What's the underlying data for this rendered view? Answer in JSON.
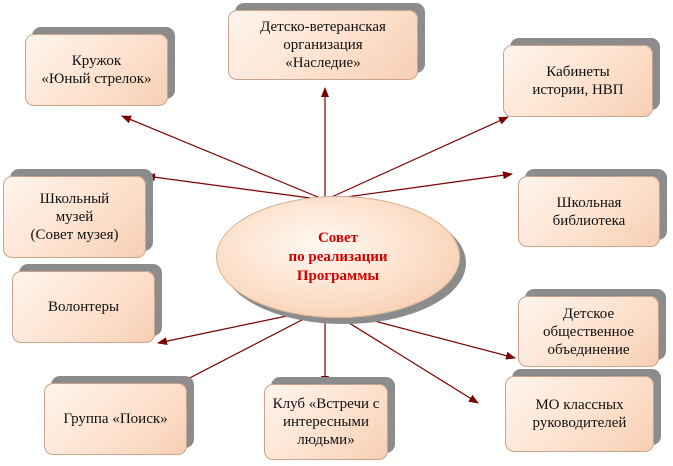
{
  "center": {
    "label": "Совет\nпо реализации\nПрограммы"
  },
  "nodes": [
    {
      "id": "kruzhok",
      "label": "Кружок\n«Юный стрелок»"
    },
    {
      "id": "naslediye",
      "label": "Детско-ветеранская\nорганизация\n«Наследие»"
    },
    {
      "id": "kabinety",
      "label": "Кабинеты\nистории, НВП"
    },
    {
      "id": "muzei",
      "label": "Школьный\nмузей\n(Совет музея)"
    },
    {
      "id": "biblioteka",
      "label": "Школьная\nбиблиотека"
    },
    {
      "id": "volontery",
      "label": "Волонтеры"
    },
    {
      "id": "obyedinenie",
      "label": "Детское\nобщественное\nобъединение"
    },
    {
      "id": "poisk",
      "label": "Группа «Поиск»"
    },
    {
      "id": "klub",
      "label": "Клуб «Встречи с\nинтересными\nлюдьми»"
    },
    {
      "id": "mo",
      "label": "МО классных\nруководителей"
    }
  ],
  "colors": {
    "center_text": "#d20000",
    "box_fill": "#fde2cf",
    "arrow": "#7a0000",
    "shadow": "#8c8c8c"
  }
}
